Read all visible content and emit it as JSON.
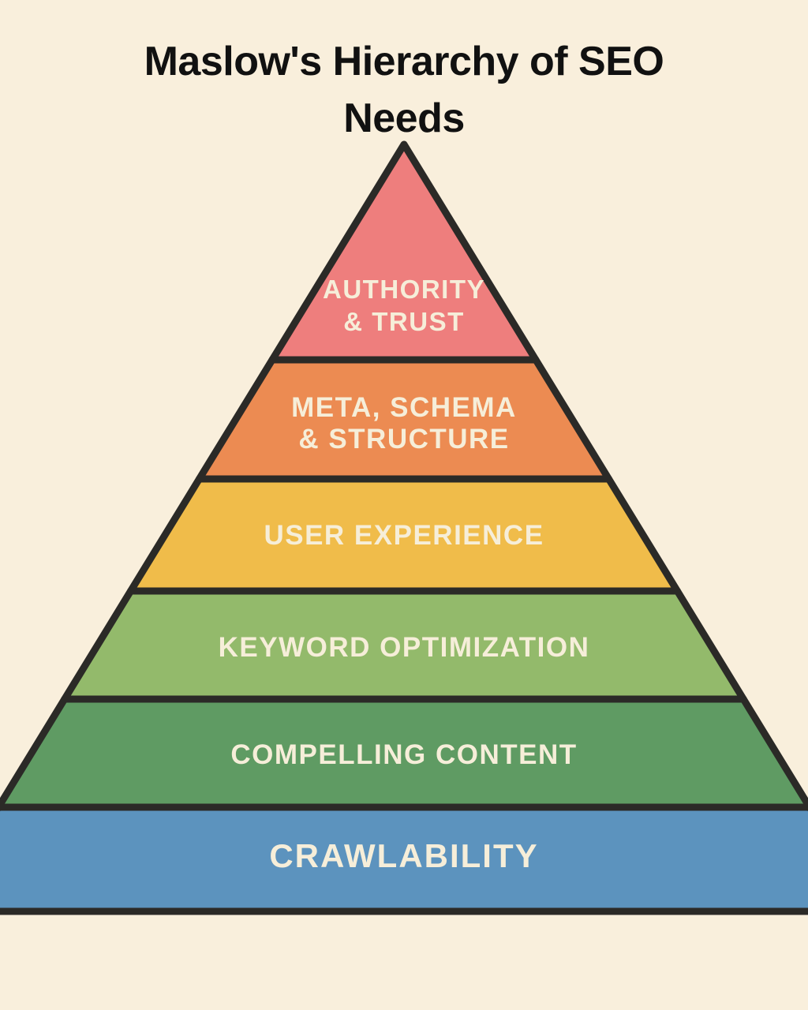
{
  "title": {
    "line1": "Maslow's Hierarchy of SEO",
    "line2": "Needs"
  },
  "colors": {
    "background": "#f9efdc",
    "outline": "#2b2a27",
    "title_text": "#111111",
    "label_text": "#f6eed9"
  },
  "pyramid": {
    "levels": [
      {
        "rank": 1,
        "name": "authority-trust",
        "color": "#ee7e7d",
        "lines": [
          "AUTHORITY",
          "& TRUST"
        ]
      },
      {
        "rank": 2,
        "name": "meta-schema-structure",
        "color": "#ec8b52",
        "lines": [
          "META, SCHEMA",
          "& STRUCTURE"
        ]
      },
      {
        "rank": 3,
        "name": "user-experience",
        "color": "#f0bc4a",
        "lines": [
          "USER EXPERIENCE"
        ]
      },
      {
        "rank": 4,
        "name": "keyword-optimization",
        "color": "#93ba6b",
        "lines": [
          "KEYWORD OPTIMIZATION"
        ]
      },
      {
        "rank": 5,
        "name": "compelling-content",
        "color": "#5f9b63",
        "lines": [
          "COMPELLING CONTENT"
        ]
      },
      {
        "rank": 6,
        "name": "crawlability",
        "color": "#5c93be",
        "lines": [
          "CRAWLABILITY"
        ]
      }
    ]
  }
}
